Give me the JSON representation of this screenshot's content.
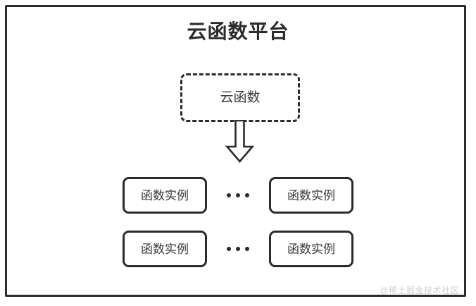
{
  "diagram": {
    "platform": {
      "title": "云函数平台"
    },
    "cloud_function": {
      "label": "云函数",
      "border_style": "dashed"
    },
    "arrow": {
      "name": "down-arrow",
      "direction": "down"
    },
    "instance_rows": [
      {
        "left_box": "函数实例",
        "ellipsis": "•••",
        "right_box": "函数实例"
      },
      {
        "left_box": "函数实例",
        "ellipsis": "•••",
        "right_box": "函数实例"
      }
    ],
    "watermark": "@稀土掘金技术社区",
    "colors": {
      "stroke": "#2b2b2b",
      "text": "#3a3a3a",
      "background": "#ffffff",
      "watermark": "#cfcfcf"
    }
  }
}
